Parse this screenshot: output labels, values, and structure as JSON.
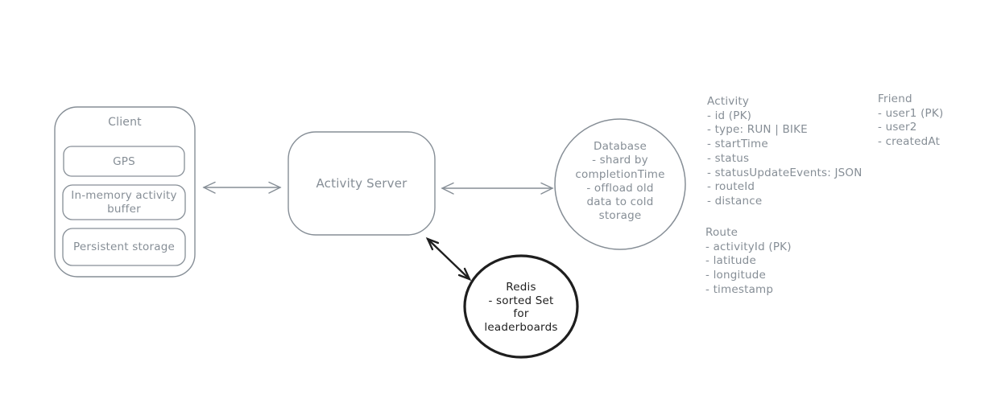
{
  "colors": {
    "stroke_gray": "#868e96",
    "text_gray": "#868e96",
    "black": "#1e1e1e",
    "background": "#ffffff"
  },
  "client": {
    "title": "Client",
    "items": [
      {
        "label": "GPS"
      },
      {
        "label": "In-memory activity buffer"
      },
      {
        "label": "Persistent storage"
      }
    ]
  },
  "server": {
    "label": "Activity Server"
  },
  "database": {
    "lines": [
      "Database",
      "- shard by",
      "completionTime",
      "- offload old",
      "data to cold",
      "storage"
    ]
  },
  "redis": {
    "lines": [
      "Redis",
      "- sorted Set",
      "for",
      "leaderboards"
    ]
  },
  "entities": {
    "activity": {
      "title": "Activity",
      "fields": [
        "- id (PK)",
        "- type: RUN | BIKE",
        "- startTime",
        "- status",
        "- statusUpdateEvents: JSON",
        "- routeId",
        "- distance"
      ]
    },
    "friend": {
      "title": "Friend",
      "fields": [
        "- user1 (PK)",
        "- user2",
        "- createdAt"
      ]
    },
    "route": {
      "title": "Route",
      "fields": [
        "- activityId (PK)",
        "- latitude",
        "- longitude",
        "- timestamp"
      ]
    }
  }
}
